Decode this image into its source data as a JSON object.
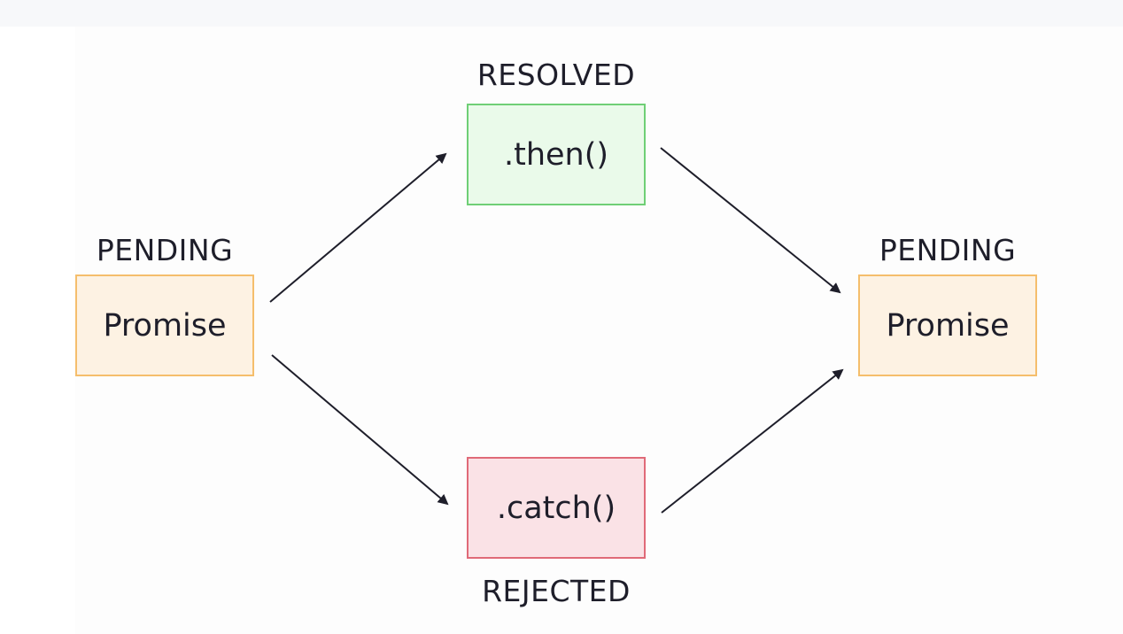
{
  "diagram": {
    "left_state": "PENDING",
    "left_box": "Promise",
    "top_state": "RESOLVED",
    "top_box": ".then()",
    "bottom_box": ".catch()",
    "bottom_state": "REJECTED",
    "right_state": "PENDING",
    "right_box": "Promise"
  },
  "colors": {
    "pending_fill": "#fdf2e3",
    "pending_border": "#f5be6c",
    "resolved_fill": "#eafaea",
    "resolved_border": "#6fcf76",
    "rejected_fill": "#fae2e6",
    "rejected_border": "#e06a78",
    "arrow": "#1e1e2a"
  }
}
